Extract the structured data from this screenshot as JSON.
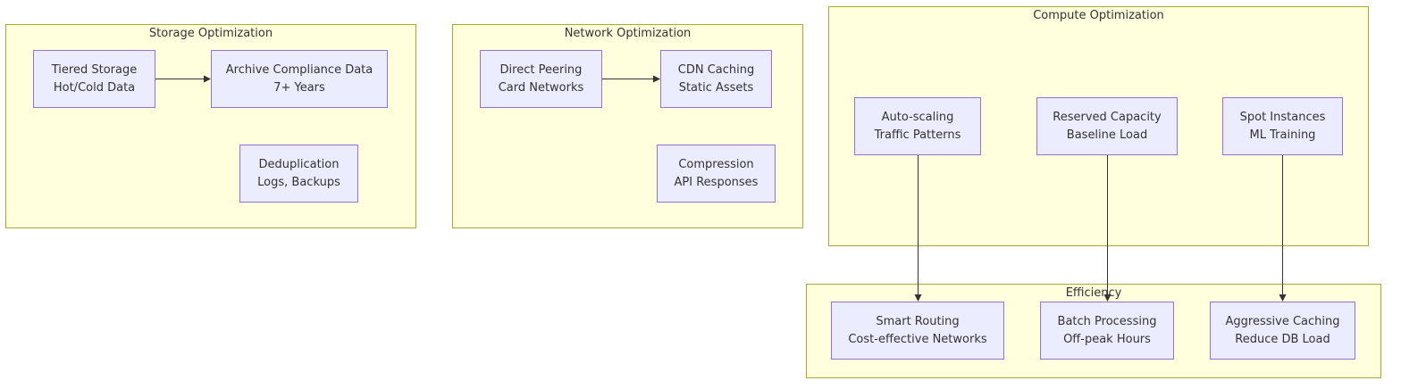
{
  "colors": {
    "cluster_fill": "#ffffde",
    "cluster_border": "#aaaa33",
    "node_fill": "#ececff",
    "node_border": "#9370db",
    "edge": "#333333",
    "text": "#333333"
  },
  "clusters": {
    "storage": {
      "title": "Storage Optimization"
    },
    "network": {
      "title": "Network Optimization"
    },
    "compute": {
      "title": "Compute Optimization"
    },
    "efficiency": {
      "title": "Efficiency"
    }
  },
  "nodes": {
    "tiered_storage": {
      "line1": "Tiered Storage",
      "line2": "Hot/Cold Data"
    },
    "archive": {
      "line1": "Archive Compliance Data",
      "line2": "7+ Years"
    },
    "dedup": {
      "line1": "Deduplication",
      "line2": "Logs, Backups"
    },
    "direct_peering": {
      "line1": "Direct Peering",
      "line2": "Card Networks"
    },
    "cdn": {
      "line1": "CDN Caching",
      "line2": "Static Assets"
    },
    "compression": {
      "line1": "Compression",
      "line2": "API Responses"
    },
    "autoscaling": {
      "line1": "Auto-scaling",
      "line2": "Traffic Patterns"
    },
    "reserved": {
      "line1": "Reserved Capacity",
      "line2": "Baseline Load"
    },
    "spot": {
      "line1": "Spot Instances",
      "line2": "ML Training"
    },
    "smart_routing": {
      "line1": "Smart Routing",
      "line2": "Cost-effective Networks"
    },
    "batch": {
      "line1": "Batch Processing",
      "line2": "Off-peak Hours"
    },
    "aggressive_caching": {
      "line1": "Aggressive Caching",
      "line2": "Reduce DB Load"
    }
  },
  "edges": [
    {
      "from": "tiered_storage",
      "to": "archive"
    },
    {
      "from": "direct_peering",
      "to": "cdn"
    },
    {
      "from": "autoscaling",
      "to": "smart_routing"
    },
    {
      "from": "reserved",
      "to": "batch"
    },
    {
      "from": "spot",
      "to": "aggressive_caching"
    }
  ]
}
